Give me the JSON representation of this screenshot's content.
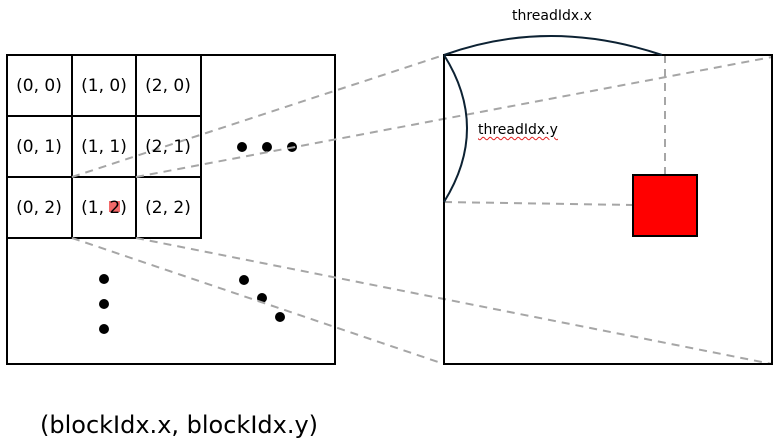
{
  "grid": {
    "cells": [
      [
        "(0, 0)",
        "(1, 0)",
        "(2, 0)"
      ],
      [
        "(0, 1)",
        "(1, 1)",
        "(2, 1)"
      ],
      [
        "(0, 2)",
        "(1, 2)",
        "(2, 2)"
      ]
    ],
    "caption": "(blockIdx.x, blockIdx.y)"
  },
  "zoom": {
    "x_label": "threadIdx.x",
    "y_label": "threadIdx.y"
  },
  "colors": {
    "thread_fill": "#ff0000",
    "thread_marker": "#f26a6a",
    "guide_line": "#a6a6a6",
    "dot": "#000000",
    "brace": "#0d2233"
  }
}
